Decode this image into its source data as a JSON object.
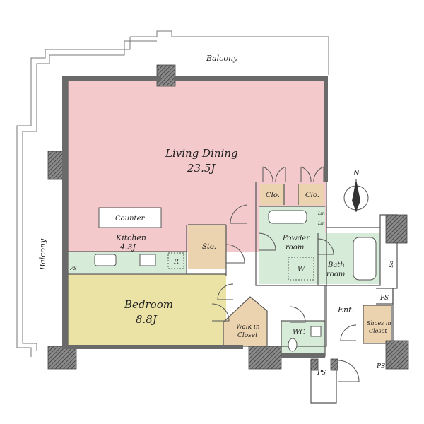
{
  "rooms": {
    "balcony_top": "Balcony",
    "balcony_left": "Balcony",
    "living_dining": "Living Dining",
    "living_dining_size": "23.5J",
    "counter": "Counter",
    "kitchen": "Kitchen",
    "kitchen_size": "4.3J",
    "storage": "Sto.",
    "closet_1": "Clo.",
    "closet_2": "Clo.",
    "powder_room_line1": "Powder",
    "powder_room_line2": "room",
    "washer": "W",
    "bath_line1": "Bath",
    "bath_line2": "room",
    "bedroom": "Bedroom",
    "bedroom_size": "8.8J",
    "walk_in_line1": "Walk in",
    "walk_in_line2": "Closet",
    "wc": "WC",
    "entrance": "Ent.",
    "shoes_line1": "Shoes in",
    "shoes_line2": "Closet",
    "ps_1": "PS",
    "ps_2": "PS",
    "ps_3": "PS",
    "ps_4": "PS",
    "ps_5": "PS",
    "refrigerator": "R",
    "linen_1": "Lin",
    "linen_2": "Lin"
  },
  "compass": {
    "north": "N"
  },
  "colors": {
    "living": "#f3c9cb",
    "bedroom": "#ecE3a6",
    "wet": "#d7ecd8",
    "storage": "#ecd3b0",
    "wall": "#6a6a6a",
    "outline": "#777777"
  }
}
